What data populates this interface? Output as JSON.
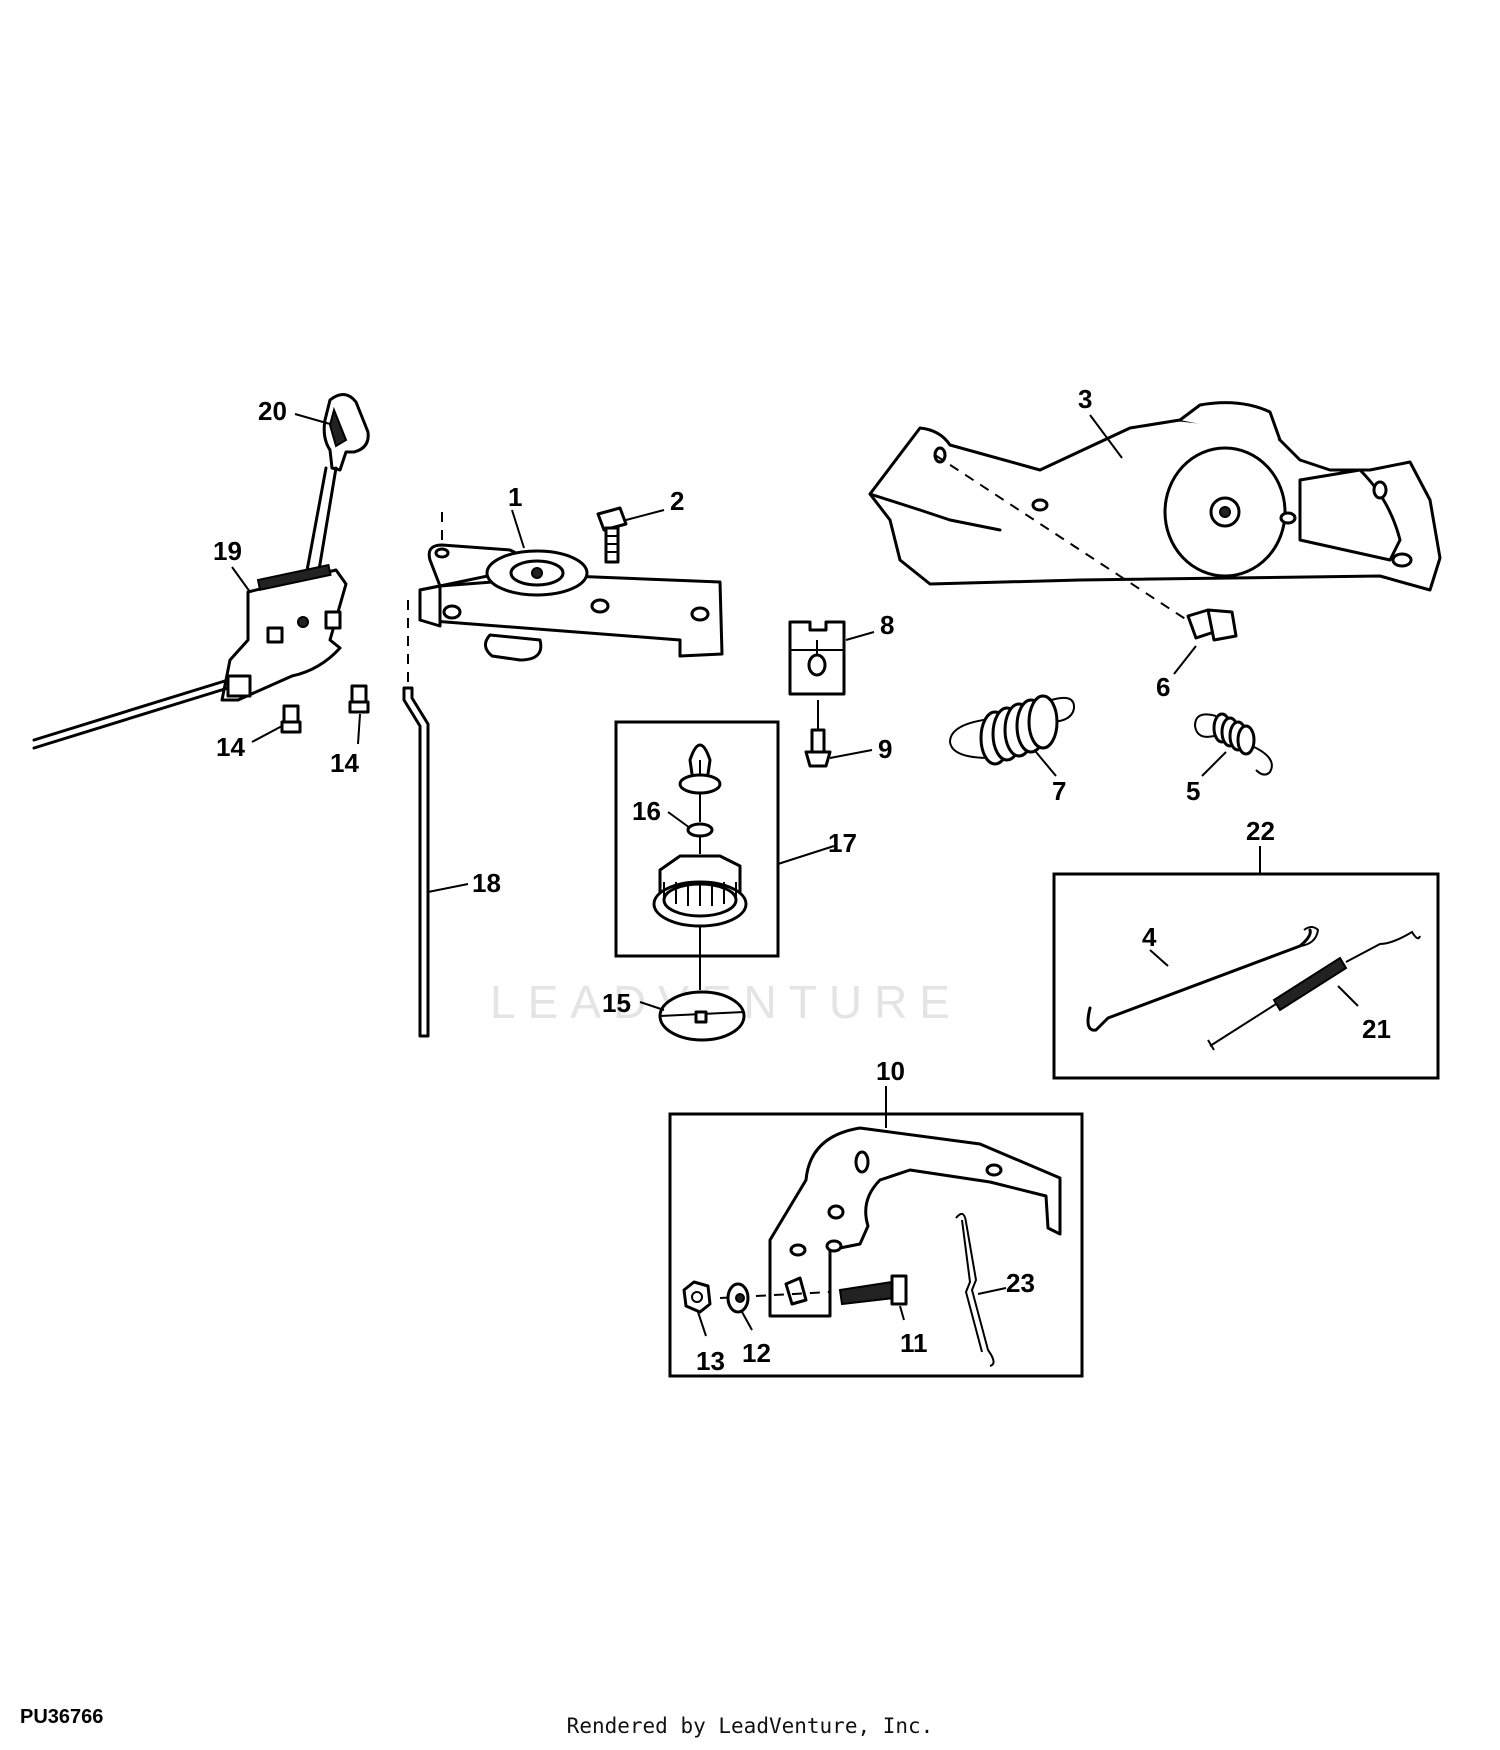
{
  "watermark": "LEADVENTURE",
  "callouts": {
    "c1": "1",
    "c2": "2",
    "c3": "3",
    "c4": "4",
    "c5": "5",
    "c6": "6",
    "c7": "7",
    "c8": "8",
    "c9": "9",
    "c10": "10",
    "c11": "11",
    "c12": "12",
    "c13": "13",
    "c14a": "14",
    "c14b": "14",
    "c15": "15",
    "c16": "16",
    "c17": "17",
    "c18": "18",
    "c19": "19",
    "c20": "20",
    "c21": "21",
    "c22": "22",
    "c23": "23"
  },
  "diagram_ref": "PU36766",
  "credit": "Rendered by LeadVenture, Inc."
}
